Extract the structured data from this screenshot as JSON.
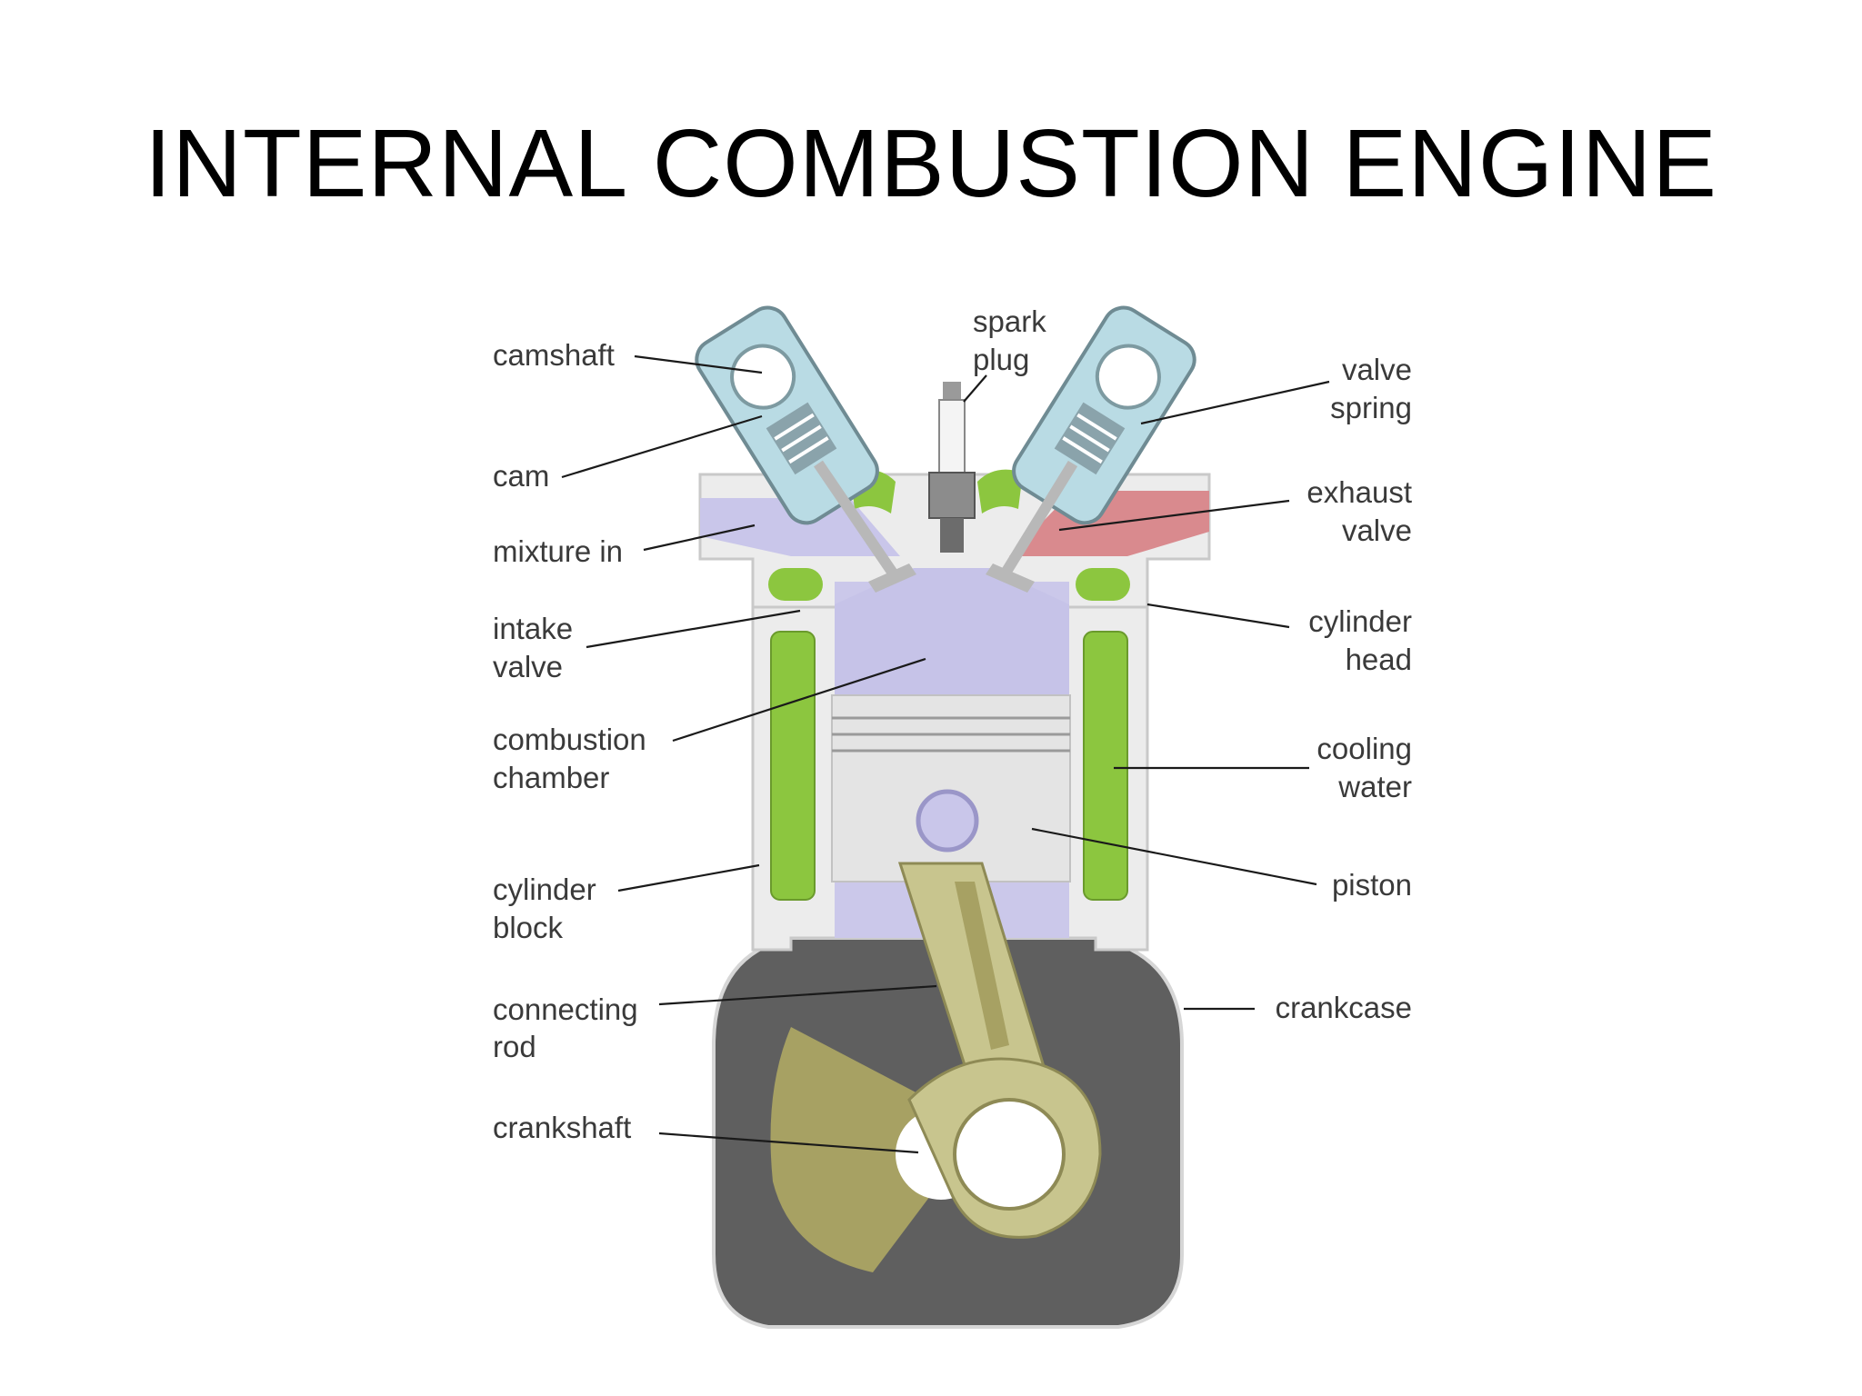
{
  "title": "INTERNAL COMBUSTION ENGINE",
  "colors": {
    "coolant": "#8cc63f",
    "intake": "#c9c6ea",
    "exhaust": "#d98a8e",
    "crankcase": "#5f5f5f",
    "rod": "#c8c58e",
    "counterweight": "#a7a163",
    "metal": "#e6e6e6"
  },
  "labels": {
    "camshaft": "camshaft",
    "cam": "cam",
    "mixture_in": "mixture in",
    "intake_valve_1": "intake",
    "intake_valve_2": "valve",
    "combustion_chamber_1": "combustion",
    "combustion_chamber_2": "chamber",
    "cylinder_block_1": "cylinder",
    "cylinder_block_2": "block",
    "connecting_rod_1": "connecting",
    "connecting_rod_2": "rod",
    "crankshaft": "crankshaft",
    "spark_plug_1": "spark",
    "spark_plug_2": "plug",
    "valve_spring_1": "valve",
    "valve_spring_2": "spring",
    "exhaust_valve_1": "exhaust",
    "exhaust_valve_2": "valve",
    "cylinder_head_1": "cylinder",
    "cylinder_head_2": "head",
    "cooling_water_1": "cooling",
    "cooling_water_2": "water",
    "piston": "piston",
    "crankcase": "crankcase"
  }
}
